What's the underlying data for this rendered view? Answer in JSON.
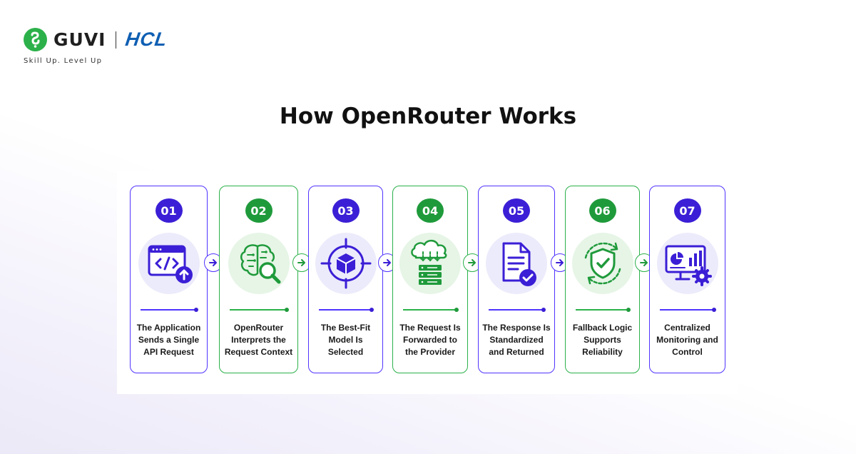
{
  "brand": {
    "name": "GUVI",
    "partner": "HCL",
    "tagline": "Skill Up. Level Up"
  },
  "title": "How OpenRouter Works",
  "colors": {
    "purple_accent": "#4f34ff",
    "purple_badge": "#3a1fd6",
    "green_accent": "#2cb14a",
    "green_badge": "#1f9a3b",
    "hcl_blue": "#0f5fb3"
  },
  "steps": [
    {
      "number": "01",
      "label": "The Application\nSends a Single\nAPI Request",
      "icon": "code-window-upload-icon",
      "theme": "purple"
    },
    {
      "number": "02",
      "label": "OpenRouter\nInterprets the\nRequest Context",
      "icon": "brain-search-icon",
      "theme": "green"
    },
    {
      "number": "03",
      "label": "The Best-Fit\nModel Is\nSelected",
      "icon": "target-cube-icon",
      "theme": "purple"
    },
    {
      "number": "04",
      "label": "The Request Is\nForwarded to\nthe Provider",
      "icon": "cloud-server-icon",
      "theme": "green"
    },
    {
      "number": "05",
      "label": "The Response Is\nStandardized\nand Returned",
      "icon": "document-check-icon",
      "theme": "purple"
    },
    {
      "number": "06",
      "label": "Fallback Logic\nSupports\nReliability",
      "icon": "shield-refresh-icon",
      "theme": "green"
    },
    {
      "number": "07",
      "label": "Centralized\nMonitoring and\nControl",
      "icon": "monitor-chart-gear-icon",
      "theme": "purple"
    }
  ]
}
